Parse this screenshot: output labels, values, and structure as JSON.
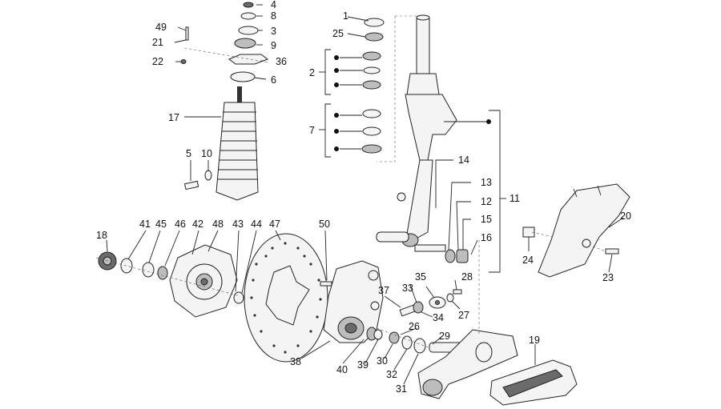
{
  "labels": {
    "l1": "1",
    "l2": "2",
    "l3": "3",
    "l4": "4",
    "l5": "5",
    "l6": "6",
    "l7": "7",
    "l8": "8",
    "l9": "9",
    "l10": "10",
    "l11": "11",
    "l12": "12",
    "l13": "13",
    "l14": "14",
    "l15": "15",
    "l16": "16",
    "l17": "17",
    "l18": "18",
    "l19": "19",
    "l20": "20",
    "l21": "21",
    "l22": "22",
    "l23": "23",
    "l24": "24",
    "l25": "25",
    "l26": "26",
    "l27": "27",
    "l28": "28",
    "l29": "29",
    "l30": "30",
    "l31": "31",
    "l32": "32",
    "l33": "33",
    "l34": "34",
    "l35": "35",
    "l36": "36",
    "l37": "37",
    "l38": "38",
    "l39": "39",
    "l40": "40",
    "l41": "41",
    "l42": "42",
    "l43": "43",
    "l44": "44",
    "l45": "45",
    "l46": "46",
    "l47": "47",
    "l48": "48",
    "l49": "49",
    "l50": "50"
  }
}
